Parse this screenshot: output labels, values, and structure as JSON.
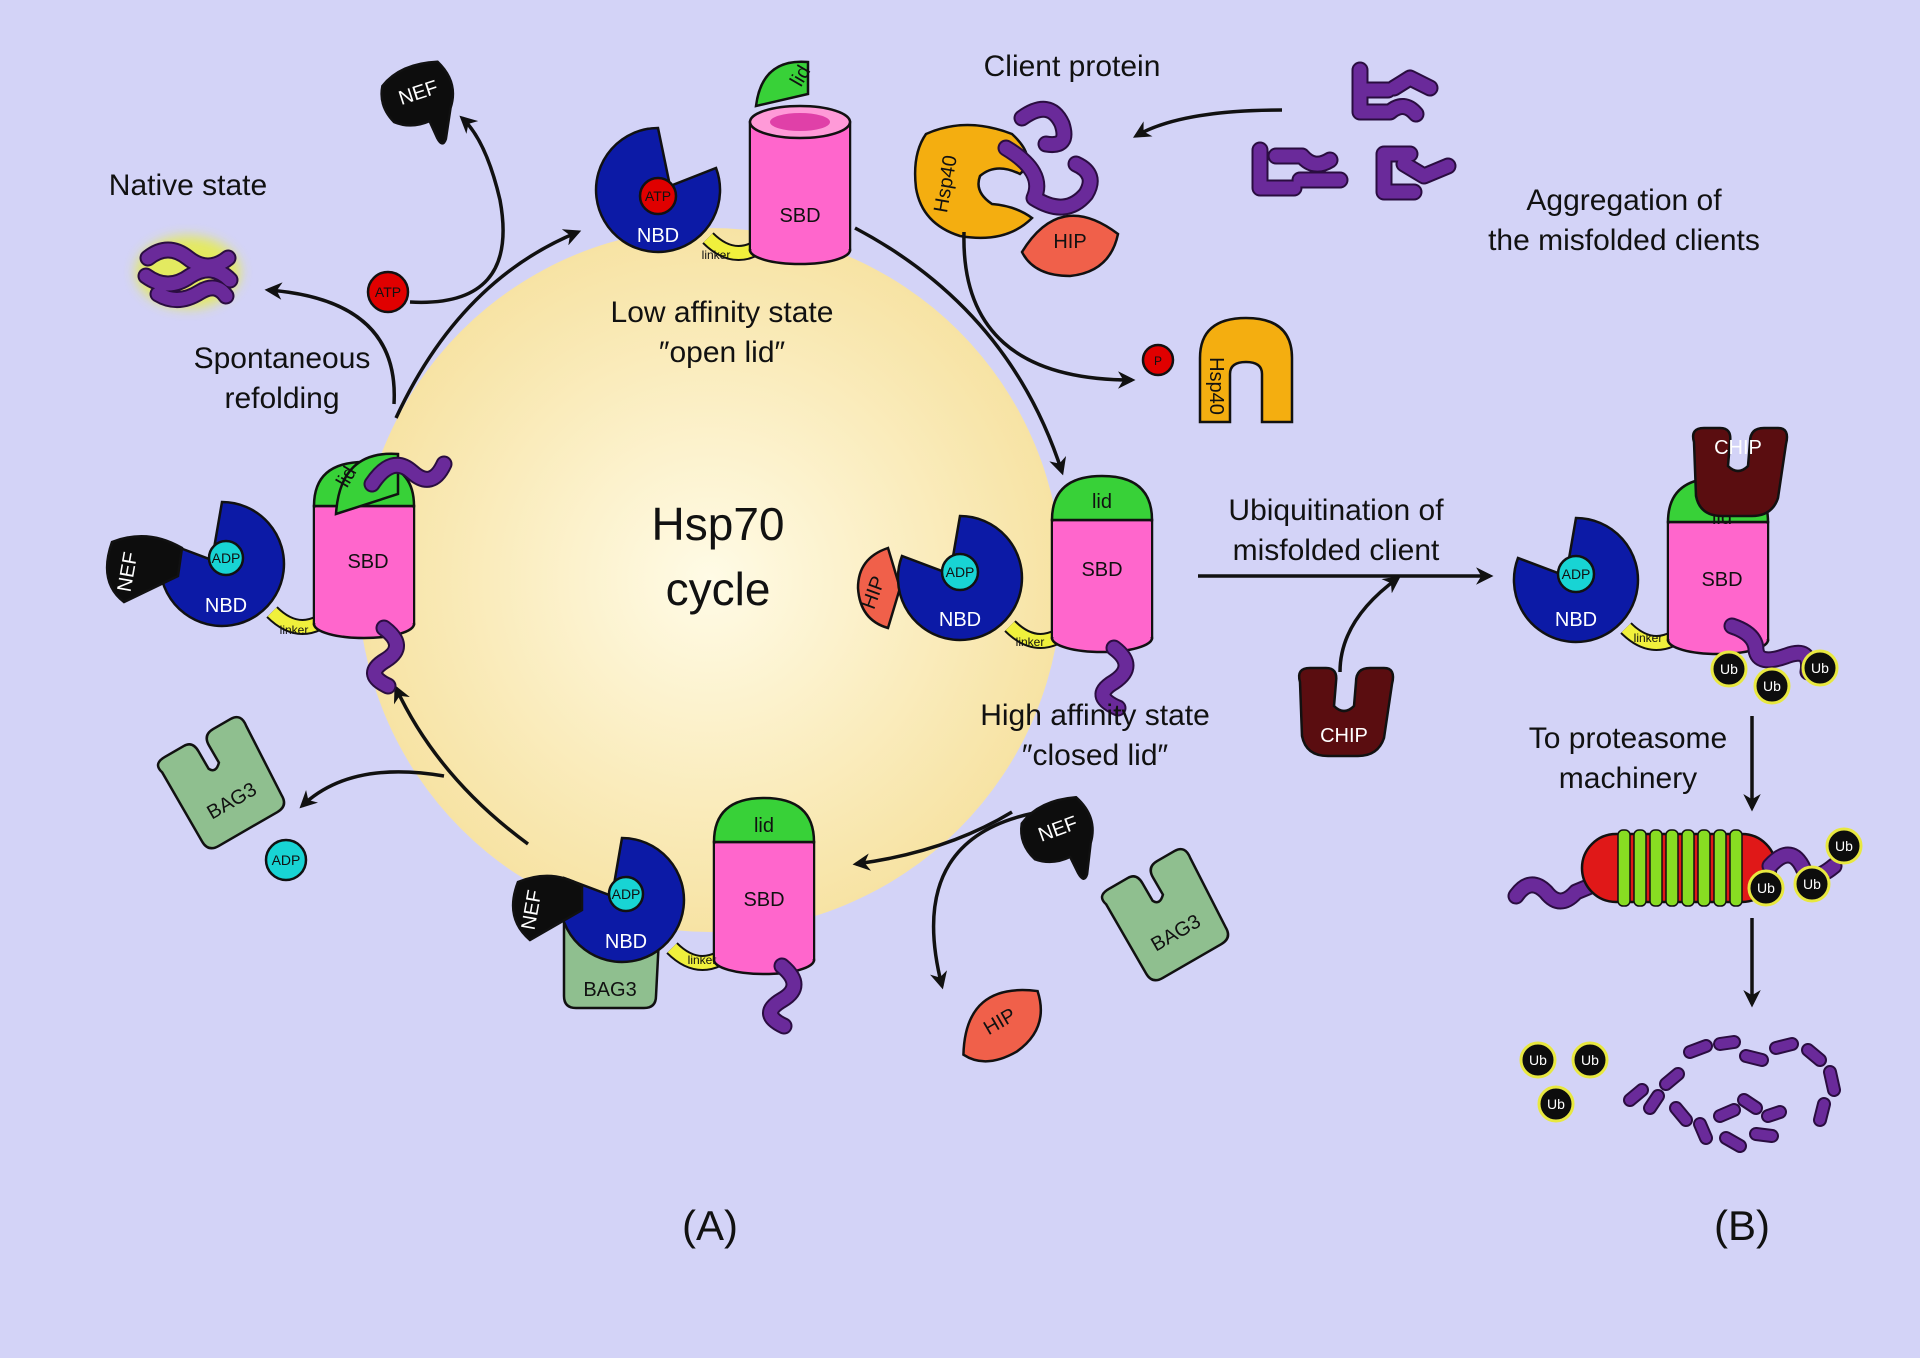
{
  "colors": {
    "background": "#d3d3f7",
    "cycle_fill": "#fff6c8",
    "nbd": "#0c1aa6",
    "sbd": "#ff66cc",
    "lid": "#38d138",
    "linker": "#f0f03c",
    "client": "#6a2a9a",
    "hsp40": "#f4ae10",
    "hip": "#f0604a",
    "chip": "#5a0d10",
    "bag3": "#8fbf8f",
    "nef": "#0d0d0d",
    "atp": "#e00000",
    "adp": "#18d4d4",
    "ub": "#0d0d0d",
    "proteasome_core": "#e01818",
    "proteasome_rings": "#88dd22"
  },
  "labels": {
    "client_protein": "Client protein",
    "aggregation_1": "Aggregation of",
    "aggregation_2": "the misfolded clients",
    "native_state": "Native state",
    "spontaneous_1": "Spontaneous",
    "spontaneous_2": "refolding",
    "low_affinity_1": "Low affinity state",
    "low_affinity_2": "″open lid″",
    "high_affinity_1": "High affinity state",
    "high_affinity_2": "″closed lid″",
    "cycle_1": "Hsp70",
    "cycle_2": "cycle",
    "ubiq_1": "Ubiquitination of",
    "ubiq_2": "misfolded client",
    "proteasome_1": "To proteasome",
    "proteasome_2": "machinery",
    "panel_a": "(A)",
    "panel_b": "(B)"
  },
  "molecules": {
    "nbd": "NBD",
    "sbd": "SBD",
    "lid": "lid",
    "linker": "linker",
    "atp": "ATP",
    "adp": "ADP",
    "nef": "NEF",
    "hip": "HIP",
    "hsp40": "Hsp40",
    "chip": "CHIP",
    "bag3": "BAG3",
    "p": "P",
    "ub": "Ub"
  }
}
